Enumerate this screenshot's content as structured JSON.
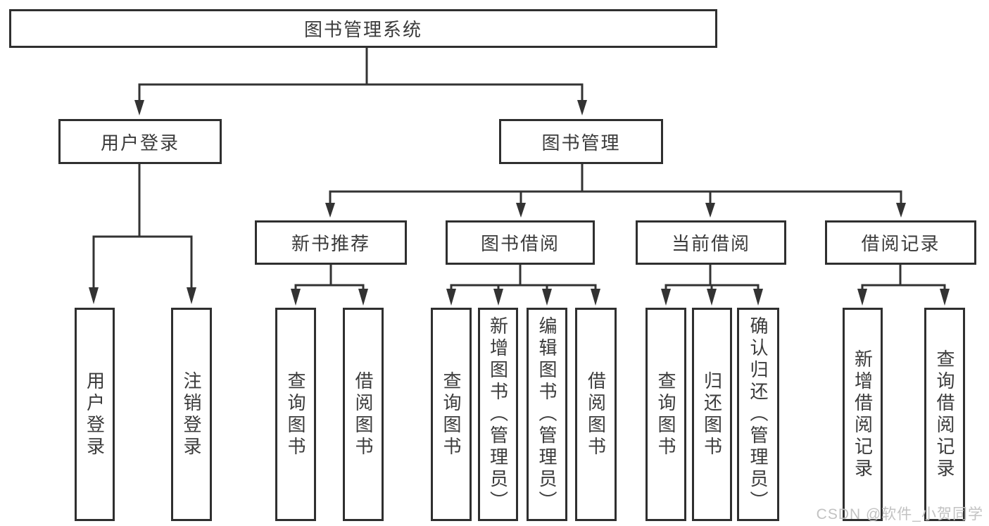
{
  "tree": {
    "root": {
      "label": "图书管理系统",
      "children": [
        {
          "label": "用户登录",
          "children": [
            {
              "label": "用户登录"
            },
            {
              "label": "注销登录"
            }
          ]
        },
        {
          "label": "图书管理",
          "children": [
            {
              "label": "新书推荐",
              "children": [
                {
                  "label": "查询图书"
                },
                {
                  "label": "借阅图书"
                }
              ]
            },
            {
              "label": "图书借阅",
              "children": [
                {
                  "label": "查询图书"
                },
                {
                  "label": "新增图书（管理员）"
                },
                {
                  "label": "编辑图书（管理员）"
                },
                {
                  "label": "借阅图书"
                }
              ]
            },
            {
              "label": "当前借阅",
              "children": [
                {
                  "label": "查询图书"
                },
                {
                  "label": "归还图书"
                },
                {
                  "label": "确认归还（管理员）"
                }
              ]
            },
            {
              "label": "借阅记录",
              "children": [
                {
                  "label": "新增借阅记录"
                },
                {
                  "label": "查询借阅记录"
                }
              ]
            }
          ]
        }
      ]
    }
  },
  "watermark": {
    "text": "CSDN @软件_小贺同学"
  },
  "colors": {
    "line": "#333333",
    "box_border": "#2f2f2f",
    "text": "#3b3b3b",
    "watermark": "#c2c2c2",
    "background": "#ffffff"
  }
}
